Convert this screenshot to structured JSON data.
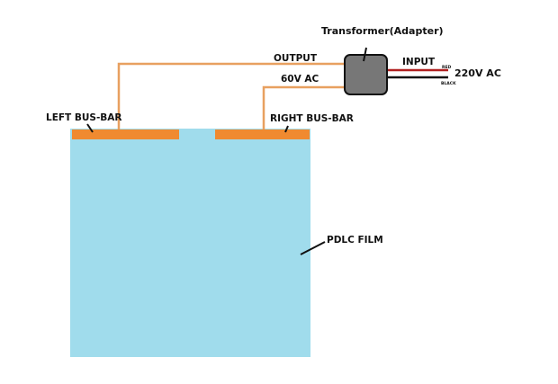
{
  "diagram": {
    "transformer_label": "Transformer(Adapter)",
    "output_label": "OUTPUT",
    "output_voltage": "60V AC",
    "input_label": "INPUT",
    "input_voltage": "220V AC",
    "red_wire_label": "RED",
    "black_wire_label": "BLACK",
    "left_busbar_label": "LEFT BUS-BAR",
    "right_busbar_label": "RIGHT BUS-BAR",
    "film_label": "PDLC FILM"
  },
  "colors": {
    "film": "#a0dcec",
    "busbar": "#f08a30",
    "wire_output": "#e8a060",
    "transformer": "#777777",
    "wire_red": "#b02020",
    "wire_black": "#111111"
  }
}
